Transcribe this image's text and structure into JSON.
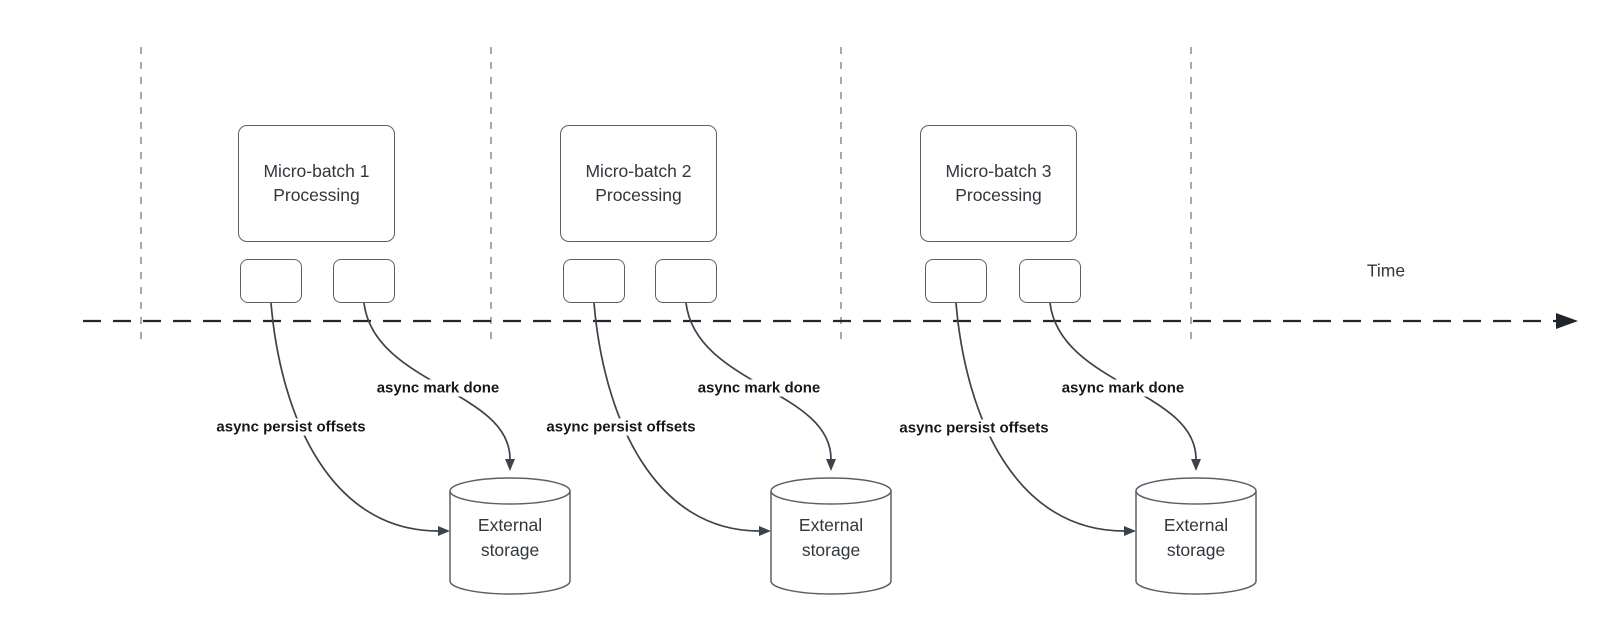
{
  "diagram": {
    "time_label": "Time",
    "colors": {
      "edge_line": "#3c434b",
      "axis_line": "#20252b",
      "guide_line": "#9a9a9a",
      "shape_border": "#5a616a",
      "shape_text": "#31373d",
      "edge_label_text": "#14181c",
      "background": "#ffffff"
    },
    "groups": [
      {
        "box_label": "Micro-batch 1\nProcessing",
        "persist_label": "async persist offsets",
        "done_label": "async mark done",
        "storage_label": "External\nstorage"
      },
      {
        "box_label": "Micro-batch 2\nProcessing",
        "persist_label": "async persist offsets",
        "done_label": "async mark done",
        "storage_label": "External\nstorage"
      },
      {
        "box_label": "Micro-batch 3\nProcessing",
        "persist_label": "async persist offsets",
        "done_label": "async mark done",
        "storage_label": "External\nstorage"
      }
    ]
  }
}
